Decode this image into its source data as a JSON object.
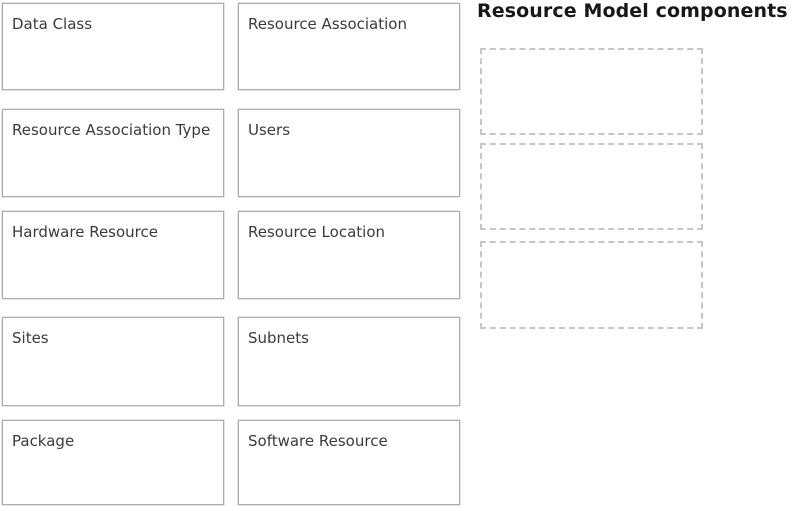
{
  "panel": {
    "title": "Resource Model components"
  },
  "draggable_items": [
    {
      "label": "Data Class"
    },
    {
      "label": "Resource Association"
    },
    {
      "label": "Resource Association Type"
    },
    {
      "label": "Users"
    },
    {
      "label": "Hardware Resource"
    },
    {
      "label": "Resource Location"
    },
    {
      "label": "Sites"
    },
    {
      "label": "Subnets"
    },
    {
      "label": "Package"
    },
    {
      "label": "Software Resource"
    }
  ],
  "drop_zones": [
    {
      "label": ""
    },
    {
      "label": ""
    },
    {
      "label": ""
    }
  ],
  "colors": {
    "card_border": "#adadad",
    "drop_zone_border": "#c6c6c6",
    "card_text": "#3b3b3b",
    "title_text": "#171717",
    "background": "#ffffff"
  }
}
